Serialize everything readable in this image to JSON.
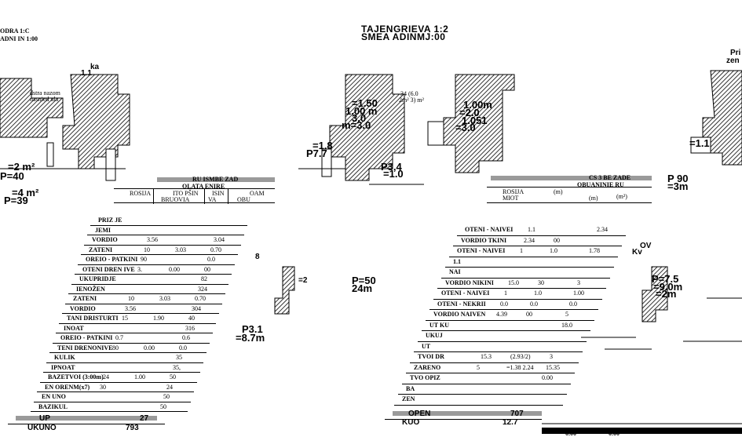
{
  "header": {
    "title_line1": "TAJENGRIEVA 1:2",
    "title_line2": "SMEA ADINMJ:00",
    "top_left": "ODRA 1:C",
    "top_left2": "ADNI IN 1:00"
  },
  "drawing_labels": {
    "ka": "ka",
    "num_1": "1.1",
    "naz1": "dstra nazom",
    "naz2": "nasnied ula",
    "area_a1": "=2 m²",
    "area_a2": "P=40",
    "area_a3": "=4 m²",
    "area_a4": "P=39",
    "area_b1": "=1.50",
    "area_b2": "1.00 m",
    "area_b3": "3.0",
    "area_b4": "m=3.0",
    "area_b5": "=1.8",
    "area_b6": "P7.7",
    "area_c1": "34 (6.0",
    "area_c2": "2m² 3) m²",
    "area_d1": "1.00m",
    "area_d2": "=2.0",
    "area_d3": "1.051",
    "area_d4": "=3.0",
    "area_e1": "P3,4",
    "area_e2": "=1.0",
    "area_f1": "P=50",
    "area_f2": "24m",
    "area_g1": "P3.1",
    "area_g2": "=8.7m",
    "area_h1": "P 90",
    "area_h2": "=3m",
    "area_i1": "P=7.5",
    "area_i2": "=9.0m",
    "area_i3": "=2m",
    "area_i4": "=1.1",
    "prize": "Pri",
    "zen": "zen",
    "dim_2": "=2",
    "dim_8": "8",
    "dim_kv": "Kv",
    "dim_ov": "OV"
  },
  "left_table": {
    "heading1": "RU ISMBE ZAD",
    "heading2": "OLATA ENIRE",
    "columns": [
      "ROSIJA",
      "ITO PŠIN",
      "ISIN",
      "OAM",
      "BRUOVIA",
      "VA",
      "OBU"
    ],
    "rows": [
      {
        "label": "PRIZ JE",
        "a": "",
        "b": "",
        "c": ""
      },
      {
        "label": "JEMI",
        "a": "",
        "b": "",
        "c": ""
      },
      {
        "label": "VORDIO",
        "a": "3.56",
        "b": "",
        "c": "3.04"
      },
      {
        "label": "ZATENI",
        "a": "10",
        "b": "3.03",
        "c": "0.70"
      },
      {
        "label": "OREIO - PATKINI",
        "a": "90",
        "b": "",
        "c": "0.0"
      },
      {
        "label": "OTENI DREN IVE",
        "a": "3.",
        "b": "0.00",
        "c": "00"
      },
      {
        "label": "UKUPRIDJE",
        "a": "",
        "b": "",
        "c": "82"
      },
      {
        "label": "IENOŽEN",
        "a": "",
        "b": "",
        "c": "324"
      },
      {
        "label": "ZATENI",
        "a": "10",
        "b": "3.03",
        "c": "0.70"
      },
      {
        "label": "VORDIO",
        "a": "3.56",
        "b": "",
        "c": "304"
      },
      {
        "label": "TANI DRISTURTI",
        "a": "15",
        "b": "1.90",
        "c": "40"
      },
      {
        "label": "INOAT",
        "a": "",
        "b": "",
        "c": "316"
      },
      {
        "label": "OREIO - PATKINI",
        "a": "0.7",
        "b": "",
        "c": "0.6"
      },
      {
        "label": "TENI DRENONIVE",
        "a": "80",
        "b": "0.00",
        "c": "0.0"
      },
      {
        "label": "KULIK",
        "a": "",
        "b": "",
        "c": "35"
      },
      {
        "label": "IPNOAT",
        "a": "",
        "b": "",
        "c": "35,"
      },
      {
        "label": "BAZETVOI (3:00m)",
        "a": "24",
        "b": "1.00",
        "c": "50"
      },
      {
        "label": "EN ORENM(x7)",
        "a": "30",
        "b": "",
        "c": "24"
      },
      {
        "label": "EN UNO",
        "a": "",
        "b": "",
        "c": "50"
      },
      {
        "label": "BAZIKUL",
        "a": "",
        "b": "",
        "c": "50"
      }
    ],
    "total1_label": "UP",
    "total1_value": "27",
    "total2_label": "UKUNO",
    "total2_value": "793"
  },
  "right_table": {
    "heading1": "CS 3 BE ZADE",
    "heading2": "OBUANINIE RU",
    "columns": [
      "ROSIJA",
      "(m)",
      "(m²)",
      "MIOT",
      "(m)"
    ],
    "rows": [
      {
        "label": "OTENI - NAIVEI",
        "a": "1.1",
        "b": "",
        "c": "2.34"
      },
      {
        "label": "VORDIO TKINI",
        "a": "2.34",
        "b": "00",
        "c": ""
      },
      {
        "label": "OTENI - NAIVEI",
        "a": "1",
        "b": "1.0",
        "c": "1.78"
      },
      {
        "label": "1.1",
        "a": "",
        "b": "",
        "c": ""
      },
      {
        "label": "NAI",
        "a": "",
        "b": "",
        "c": ""
      },
      {
        "label": "VORDIO NIKINI",
        "a": "15.0",
        "b": "30",
        "c": "3"
      },
      {
        "label": "OTENI - NAIVEI",
        "a": "1",
        "b": "1.0",
        "c": "1.00"
      },
      {
        "label": "OTENI - NEKRII",
        "a": "0.0",
        "b": "0.0",
        "c": "0.0"
      },
      {
        "label": "VORDIO NAIVEN",
        "a": "4.39",
        "b": "00",
        "c": "5"
      },
      {
        "label": "UT KU",
        "a": "",
        "b": "",
        "c": "18.0"
      },
      {
        "label": "UKUJ",
        "a": "",
        "b": "",
        "c": ""
      },
      {
        "label": "UT",
        "a": "",
        "b": "",
        "c": ""
      },
      {
        "label": "TVOI DR",
        "a": "15.3",
        "b": "(2.93/2)",
        "c": "3"
      },
      {
        "label": "ZARENO",
        "a": "5",
        "b": "=1.38 2.24",
        "c": "15.35"
      },
      {
        "label": "TVO OPIZ",
        "a": "",
        "b": "",
        "c": "0.00"
      },
      {
        "label": "BA",
        "a": "",
        "b": "",
        "c": ""
      },
      {
        "label": "ZEN",
        "a": "",
        "b": "",
        "c": ""
      }
    ],
    "total1_label": "OPEN",
    "total1_value": "707",
    "total2_label": "KUO",
    "total2_value": "12.7"
  },
  "footer_right": {
    "value_a": "0.00",
    "value_b": "0.00"
  }
}
